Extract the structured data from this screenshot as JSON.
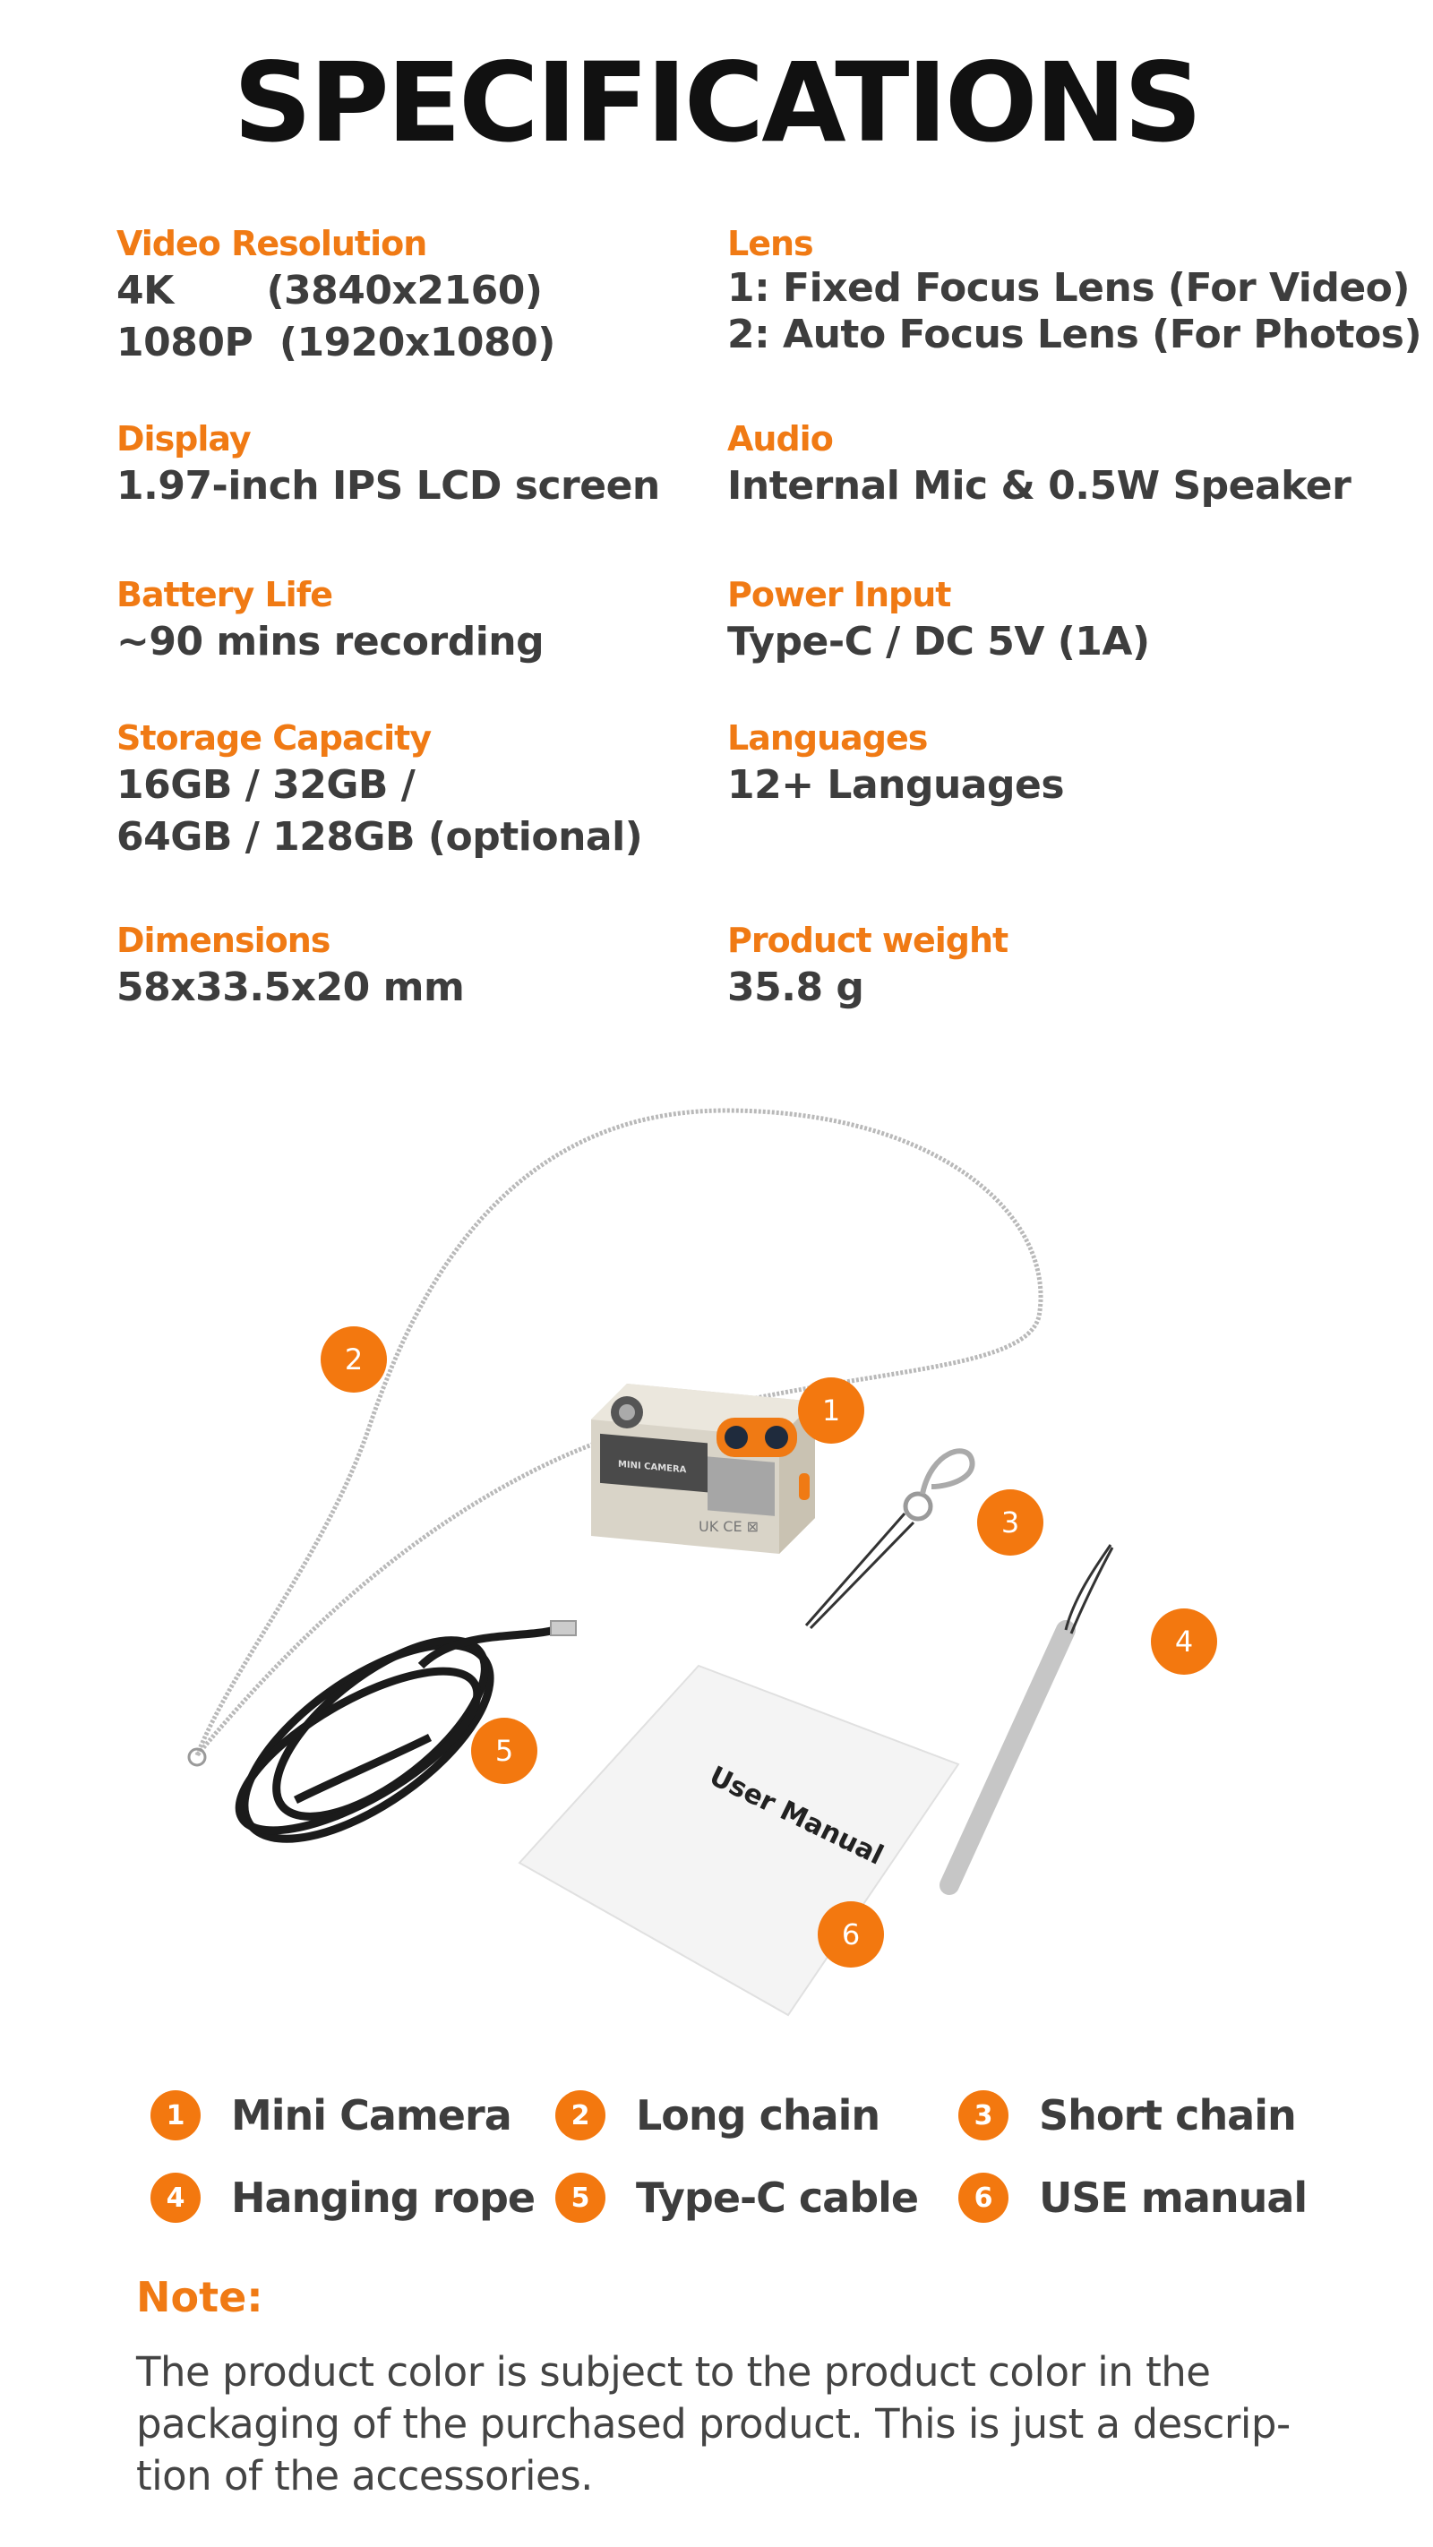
{
  "title": "SPECIFICATIONS",
  "specs": [
    {
      "label": "Video Resolution",
      "lines": [
        "4K       (3840x2160)",
        "1080P  (1920x1080)"
      ]
    },
    {
      "label": "Lens",
      "lines": [
        "1: Fixed Focus Lens (For Video)",
        "2: Auto Focus Lens (For Photos)"
      ]
    },
    {
      "label": "Display",
      "lines": [
        "1.97-inch IPS LCD screen"
      ]
    },
    {
      "label": "Audio",
      "lines": [
        "Internal Mic & 0.5W Speaker"
      ]
    },
    {
      "label": "Battery Life",
      "lines": [
        "~90 mins recording"
      ]
    },
    {
      "label": "Power Input",
      "lines": [
        "Type-C / DC 5V (1A)"
      ]
    },
    {
      "label": "Storage Capacity",
      "lines": [
        "16GB / 32GB /",
        "64GB / 128GB (optional)"
      ]
    },
    {
      "label": "Languages",
      "lines": [
        "12+ Languages"
      ]
    },
    {
      "label": "Dimensions",
      "lines": [
        "58x33.5x20 mm"
      ]
    },
    {
      "label": "Product weight",
      "lines": [
        "35.8 g"
      ]
    }
  ],
  "photo": {
    "manual_text": "User Manual",
    "camera_text": "MINI CAMERA",
    "callouts": [
      "1",
      "2",
      "3",
      "4",
      "5",
      "6"
    ]
  },
  "legend": [
    {
      "num": "1",
      "label": "Mini Camera"
    },
    {
      "num": "2",
      "label": "Long chain"
    },
    {
      "num": "3",
      "label": "Short chain"
    },
    {
      "num": "4",
      "label": "Hanging rope"
    },
    {
      "num": "5",
      "label": "Type-C cable"
    },
    {
      "num": "6",
      "label": "USE manual"
    }
  ],
  "note": {
    "title": "Note:",
    "lines": [
      "The product color is subject to the product color in the",
      "packaging of the purchased product. This is just a descrip-",
      "tion of the accessories."
    ]
  },
  "colors": {
    "accent": "#f3780f",
    "text": "#3d3d3d",
    "title": "#111111"
  }
}
